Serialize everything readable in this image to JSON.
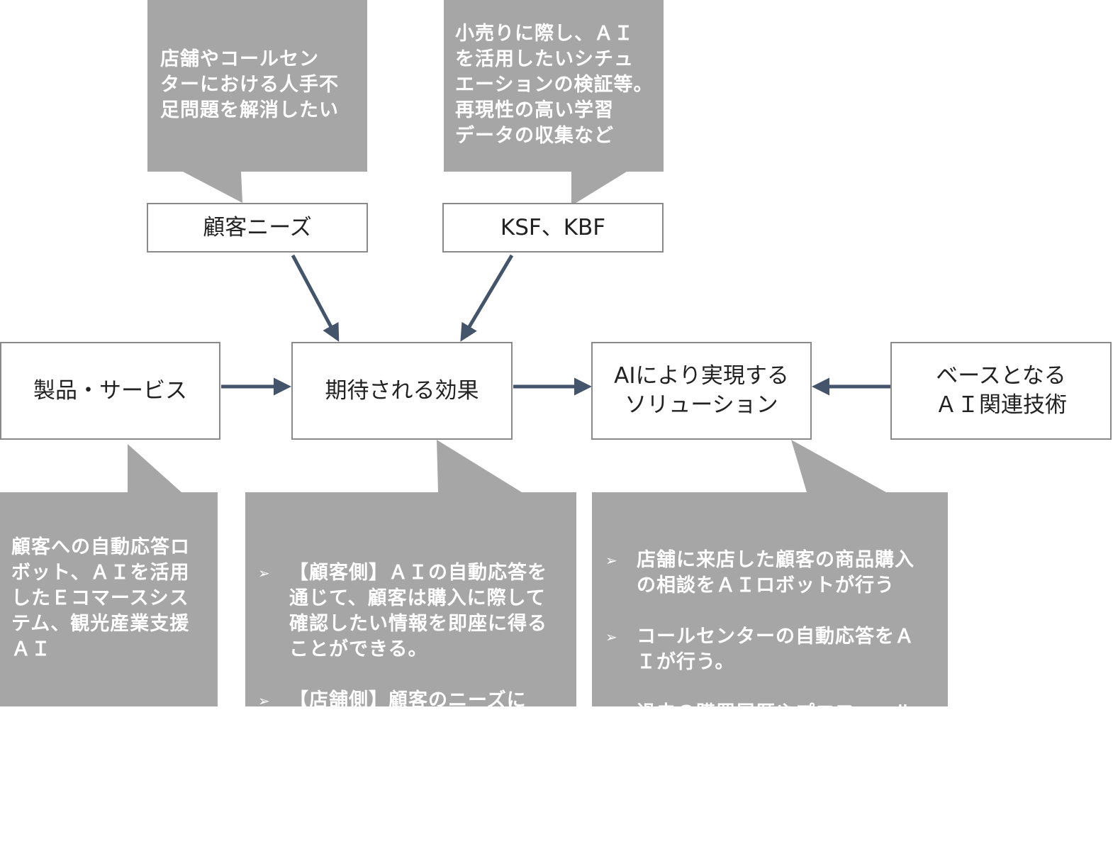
{
  "colors": {
    "callout_fill": "#a6a6a6",
    "arrow": "#44546a",
    "box_border": "#8a8a8a"
  },
  "boxes": {
    "customer_needs": "顧客ニーズ",
    "ksf_kbf": "KSF、KBF",
    "products_services": "製品・サービス",
    "expected_effect": "期待される効果",
    "ai_solution": "AIにより実現する\nソリューション",
    "base_ai_tech": "ベースとなる\nＡＩ関連技術"
  },
  "callouts": {
    "customer_needs": "店舗やコールセン\nターにおける人手不\n足問題を解消したい",
    "ksf_kbf": "小売りに際し、ＡＩ\nを活用したいシチュ\nエーションの検証等。\n再現性の高い学習\nデータの収集など",
    "products_services": "顧客への自動応答ロ\nボット、ＡＩを活用\nしたＥコマースシス\nテム、観光産業支援\nＡＩ",
    "expected_effect": [
      "【顧客側】ＡＩの自動応答を\n通じて、顧客は購入に際して\n確認したい情報を即座に得る\nことができる。",
      "【店舗側】顧客のニーズに\n沿った商品を提案しやすくな\nるため、売上向上につながる"
    ],
    "ai_solution": [
      "店舗に来店した顧客の商品購入\nの相談をＡＩロボットが行う",
      "コールセンターの自動応答をＡ\nＩが行う。",
      "過去の購買履歴やプロフィール\nデータ、ＳＮＳへの投稿などの\n分析から、ユーザーに見合う商\n品をＡＩが提案"
    ]
  }
}
